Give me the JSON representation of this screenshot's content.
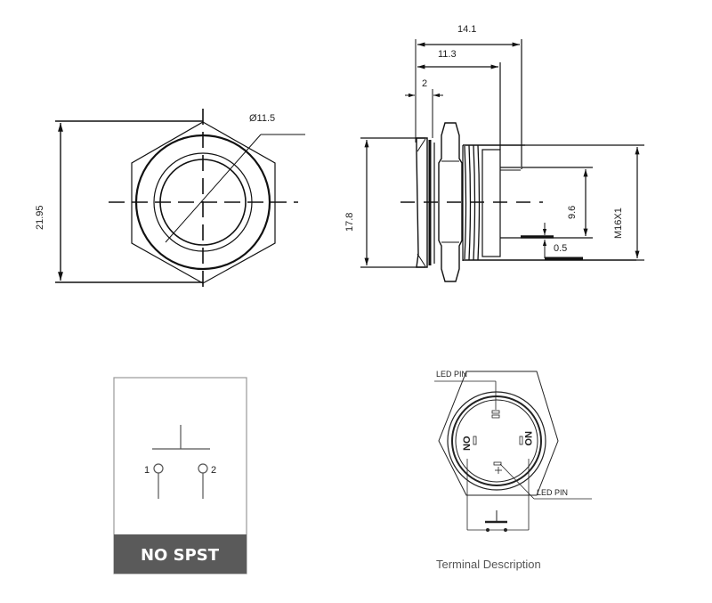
{
  "front_view": {
    "height_dim": "21.95",
    "diameter_dim": "Ø11.5"
  },
  "side_view": {
    "overall_length": "14.1",
    "body_length": "11.3",
    "bezel_thickness": "2",
    "bezel_height": "17.8",
    "pin_spacing": "9.6",
    "pin_thickness": "0.5",
    "thread": "M16X1"
  },
  "schematic": {
    "terminal_1": "1",
    "terminal_2": "2",
    "type_label": "NO SPST",
    "badge_color": "#5a5a5a"
  },
  "terminal_view": {
    "led_pin_top": "LED PIN",
    "led_pin_bottom": "LED PIN",
    "no_left": "NO",
    "no_right": "NO",
    "plus": "+",
    "minus": "-",
    "caption": "Terminal Description"
  }
}
